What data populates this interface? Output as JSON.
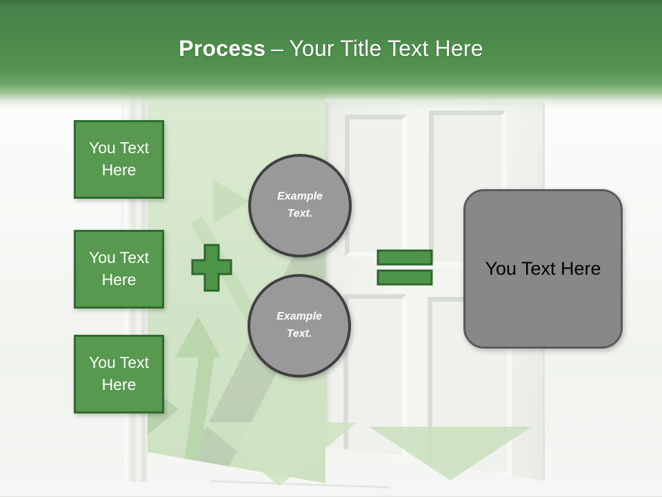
{
  "slide": {
    "header": {
      "title_bold": "Process",
      "title_separator": "–",
      "title_rest": "Your Title Text Here"
    },
    "left_boxes": [
      {
        "label": "You Text Here"
      },
      {
        "label": "You Text Here"
      },
      {
        "label": "You Text Here"
      }
    ],
    "circles": [
      {
        "label": "Example Text."
      },
      {
        "label": "Example Text."
      }
    ],
    "operators": {
      "plus_icon": "+",
      "equals_icon": "="
    },
    "result_box": {
      "label": "You Text Here"
    },
    "colors": {
      "header_green": "#4e8c4b",
      "header_green_dark": "#3c713b",
      "box_fill": "#57994f",
      "box_border": "#2e6b2d",
      "operator_fill": "#4e9449",
      "operator_border": "#2d672c",
      "circle_fill": "#9a999a",
      "circle_border": "#404040",
      "result_fill": "#8a8886",
      "result_border": "#595a5c",
      "doorway_green": "#d5e6cb",
      "title_text": "#ffffff"
    }
  }
}
